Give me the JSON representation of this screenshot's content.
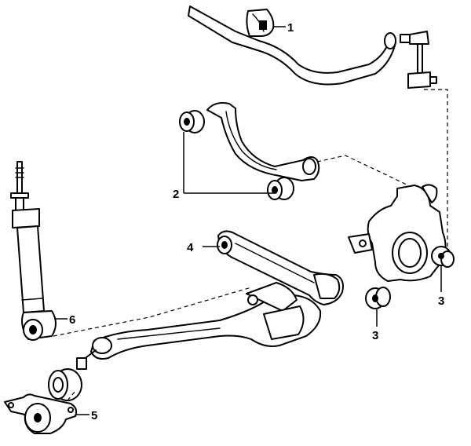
{
  "callouts": {
    "stabilizer_bushing": "1",
    "upper_arm_bushing": "2",
    "knuckle_bushing_lower": "3",
    "knuckle_bushing_right": "3",
    "lower_arm_bushing": "4",
    "trailing_arm_bushing": "5",
    "shock_absorber_bushing": "6"
  },
  "colors": {
    "line": "#000000",
    "background": "#ffffff"
  }
}
